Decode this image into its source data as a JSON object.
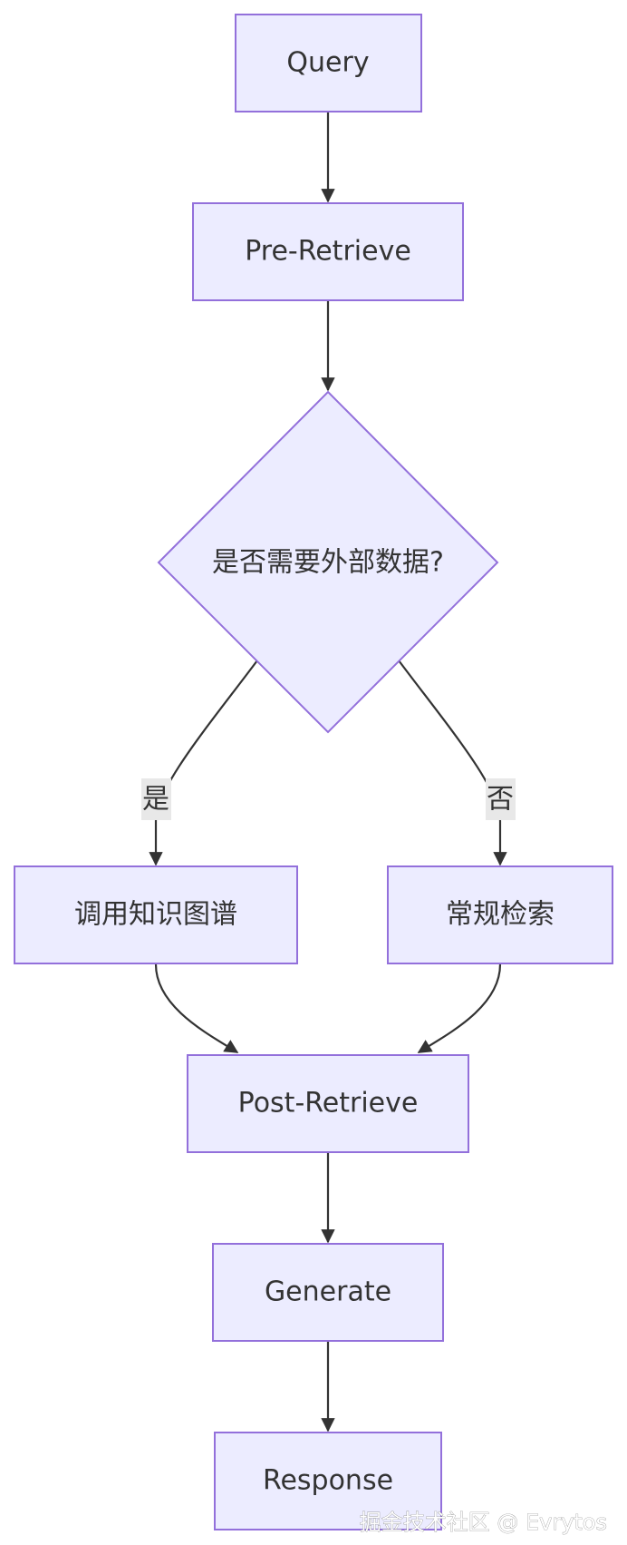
{
  "nodes": {
    "query": "Query",
    "pre_retrieve": "Pre-Retrieve",
    "decision": "是否需要外部数据?",
    "knowledge_graph": "调用知识图谱",
    "regular_search": "常规检索",
    "post_retrieve": "Post-Retrieve",
    "generate": "Generate",
    "response": "Response"
  },
  "edge_labels": {
    "yes": "是",
    "no": "否"
  },
  "watermark": "掘金技术社区 @ Evrytos",
  "colors": {
    "node_fill": "#ECECFF",
    "node_stroke": "#9370DB",
    "edge": "#333333",
    "text": "#333333",
    "label_background": "#e8e8e8"
  }
}
